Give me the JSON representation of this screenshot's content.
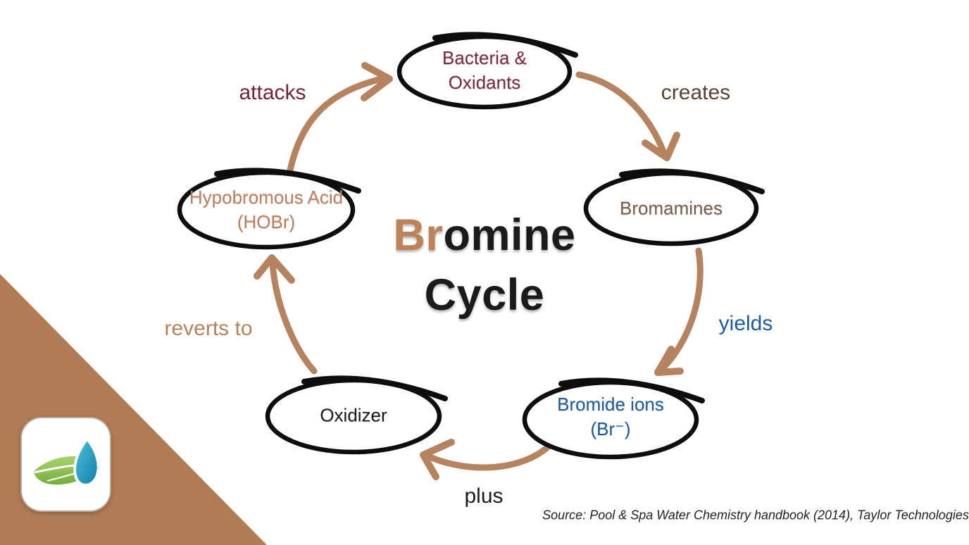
{
  "title": {
    "highlight": "Br",
    "rest": "omine",
    "line2": "Cycle"
  },
  "nodes": [
    {
      "id": "bacteria-oxidants",
      "line1": "Bacteria &",
      "line2": "Oxidants",
      "color": "#7a2742"
    },
    {
      "id": "bromamines",
      "line1": "Bromamines",
      "line2": "",
      "color": "#7a5c4d"
    },
    {
      "id": "bromide-ions",
      "line1": "Bromide ions",
      "line2": "(Br⁻)",
      "color": "#1e5aa0"
    },
    {
      "id": "oxidizer",
      "line1": "Oxidizer",
      "line2": "",
      "color": "#1c1c1c"
    },
    {
      "id": "hypobromous-acid",
      "line1": "Hypobromous Acid",
      "line2": "(HOBr)",
      "color": "#bd7f5e"
    }
  ],
  "edges": [
    {
      "from": "hypobromous-acid",
      "to": "bacteria-oxidants",
      "label": "attacks",
      "color": "#731f3c"
    },
    {
      "from": "bacteria-oxidants",
      "to": "bromamines",
      "label": "creates",
      "color": "#594236"
    },
    {
      "from": "bromamines",
      "to": "bromide-ions",
      "label": "yields",
      "color": "#1e5aa0"
    },
    {
      "from": "bromide-ions",
      "to": "oxidizer",
      "label": "plus",
      "color": "#1b1b1b"
    },
    {
      "from": "oxidizer",
      "to": "hypobromous-acid",
      "label": "reverts to",
      "color": "#b5835e"
    }
  ],
  "source_note": "Source: Pool & Spa Water Chemistry handbook (2014), Taylor Technologies",
  "logo": {
    "icon": "leaf-logo"
  },
  "colors": {
    "background": "#ffffff",
    "arrow": "#b5835f",
    "corner_triangle": "#b17c53",
    "node_outline": "#0d0d0d",
    "title_highlight": "#bd8256",
    "title_text": "#1b1b1b"
  }
}
